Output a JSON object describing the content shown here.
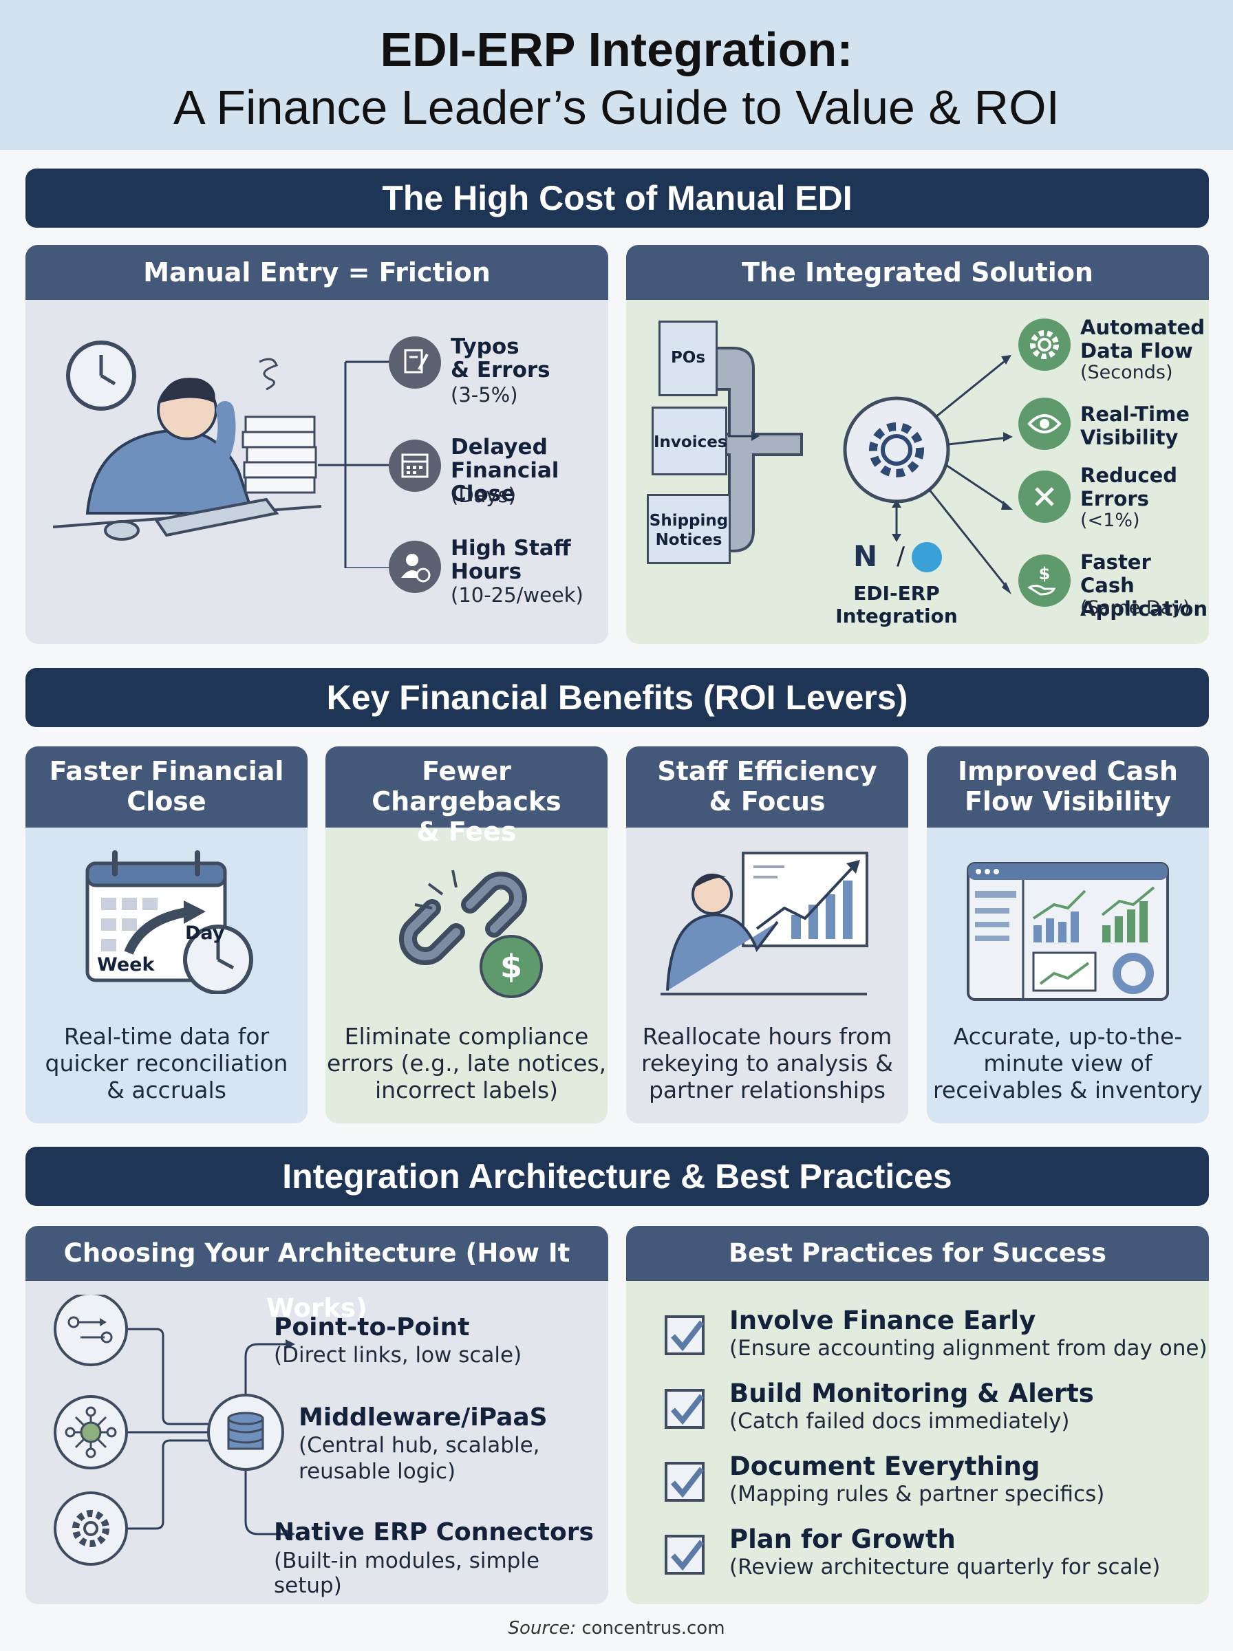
{
  "title": {
    "line1": "EDI-ERP Integration:",
    "line2": "A Finance Leader’s Guide to Value & ROI"
  },
  "section1": {
    "heading": "The High Cost of Manual EDI",
    "manual": {
      "heading": "Manual Entry = Friction",
      "items": [
        {
          "title1": "Typos",
          "title2": "& Errors",
          "detail": "(3-5%)",
          "icon": "pencil-document-icon"
        },
        {
          "title1": "Delayed",
          "title2": "Financial Close",
          "detail": "(Days)",
          "icon": "calendar-icon"
        },
        {
          "title1": "High Staff",
          "title2": "Hours",
          "detail": "(10-25/week)",
          "icon": "user-clock-icon"
        }
      ]
    },
    "integrated": {
      "heading": "The Integrated Solution",
      "docs": [
        "POs",
        "Invoices",
        "Shipping",
        "Notices"
      ],
      "hub_label1": "EDI-ERP",
      "hub_label2": "Integration",
      "logo_separator": "/",
      "logo_n": "N",
      "outputs": [
        {
          "title1": "Automated",
          "title2": "Data Flow",
          "detail": "(Seconds)",
          "icon": "gear-icon"
        },
        {
          "title1": "Real-Time",
          "title2": "Visibility",
          "detail": "",
          "icon": "eye-icon"
        },
        {
          "title1": "Reduced",
          "title2": "Errors",
          "detail": "(<1%)",
          "icon": "error-x-icon"
        },
        {
          "title1": "Faster Cash",
          "title2": "Application",
          "detail": "(Same Day)",
          "icon": "cash-hand-icon"
        }
      ]
    }
  },
  "section2": {
    "heading": "Key Financial Benefits (ROI Levers)",
    "cards": [
      {
        "h1": "Faster Financial",
        "h2": "Close",
        "d1": "Real-time data for",
        "d2": "quicker reconciliation",
        "d3": "& accruals",
        "icon": "calendar-clock-icon",
        "label_day": "Day",
        "label_week": "Week"
      },
      {
        "h1": "Fewer Chargebacks",
        "h2": "& Fees",
        "d1": "Eliminate compliance",
        "d2": "errors (e.g., late notices,",
        "d3": "incorrect labels)",
        "icon": "broken-chain-icon"
      },
      {
        "h1": "Staff Efficiency",
        "h2": "& Focus",
        "d1": "Reallocate hours from",
        "d2": "rekeying to analysis &",
        "d3": "partner relationships",
        "icon": "presenter-chart-icon"
      },
      {
        "h1": "Improved Cash",
        "h2": "Flow Visibility",
        "d1": "Accurate, up-to-the-",
        "d2": "minute view of",
        "d3": "receivables & inventory",
        "icon": "dashboard-icon"
      }
    ]
  },
  "section3": {
    "heading": "Integration Architecture & Best Practices",
    "architecture": {
      "heading": "Choosing Your Architecture (How It Works)",
      "options": [
        {
          "title": "Point-to-Point",
          "detail1": "(Direct links, low scale)",
          "detail2": ""
        },
        {
          "title": "Middleware/iPaaS",
          "detail1": "(Central hub, scalable,",
          "detail2": "reusable logic)"
        },
        {
          "title": "Native ERP Connectors",
          "detail1": "(Built-in modules, simple setup)",
          "detail2": ""
        }
      ]
    },
    "practices": {
      "heading": "Best Practices for Success",
      "items": [
        {
          "title": "Involve Finance Early",
          "detail": "(Ensure accounting alignment from day one)"
        },
        {
          "title": "Build Monitoring & Alerts",
          "detail": "(Catch failed docs immediately)"
        },
        {
          "title": "Document Everything",
          "detail": "(Mapping rules & partner specifics)"
        },
        {
          "title": "Plan for Growth",
          "detail": "(Review architecture quarterly for scale)"
        }
      ]
    }
  },
  "source": {
    "label": "Source:",
    "value": "concentrus.com"
  },
  "colors": {
    "navy": "#1f3556",
    "panel_head": "#44597a",
    "green_icon": "#5f9a6c",
    "gray_icon": "#5b6170"
  }
}
